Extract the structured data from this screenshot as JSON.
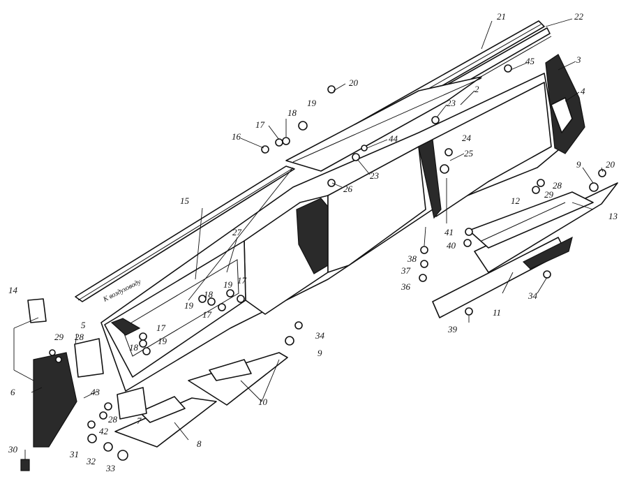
{
  "caption": "К воздуховоду",
  "callouts": [
    {
      "id": "c1",
      "text": "21"
    },
    {
      "id": "c2",
      "text": "22"
    },
    {
      "id": "c3",
      "text": "45"
    },
    {
      "id": "c4",
      "text": "3"
    },
    {
      "id": "c5",
      "text": "4"
    },
    {
      "id": "c6",
      "text": "2"
    },
    {
      "id": "c7",
      "text": "20"
    },
    {
      "id": "c8",
      "text": "19"
    },
    {
      "id": "c9",
      "text": "18"
    },
    {
      "id": "c10",
      "text": "17"
    },
    {
      "id": "c11",
      "text": "16"
    },
    {
      "id": "c12",
      "text": "23"
    },
    {
      "id": "c13",
      "text": "44"
    },
    {
      "id": "c14",
      "text": "23"
    },
    {
      "id": "c15",
      "text": "24"
    },
    {
      "id": "c16",
      "text": "25"
    },
    {
      "id": "c17",
      "text": "26"
    },
    {
      "id": "c18",
      "text": "9"
    },
    {
      "id": "c19",
      "text": "20"
    },
    {
      "id": "c20",
      "text": "28"
    },
    {
      "id": "c21",
      "text": "29"
    },
    {
      "id": "c22",
      "text": "15"
    },
    {
      "id": "c23",
      "text": "12"
    },
    {
      "id": "c24",
      "text": "13"
    },
    {
      "id": "c25",
      "text": "27"
    },
    {
      "id": "c26",
      "text": "41"
    },
    {
      "id": "c27",
      "text": "40"
    },
    {
      "id": "c28",
      "text": "38"
    },
    {
      "id": "c29",
      "text": "37"
    },
    {
      "id": "c30",
      "text": "36"
    },
    {
      "id": "c31",
      "text": "34"
    },
    {
      "id": "c32",
      "text": "11"
    },
    {
      "id": "c33",
      "text": "39"
    },
    {
      "id": "c34",
      "text": "17"
    },
    {
      "id": "c35",
      "text": "18"
    },
    {
      "id": "c36",
      "text": "19"
    },
    {
      "id": "c37",
      "text": "17"
    },
    {
      "id": "c38",
      "text": "19"
    },
    {
      "id": "c39",
      "text": "14"
    },
    {
      "id": "c40",
      "text": "17"
    },
    {
      "id": "c41",
      "text": "18"
    },
    {
      "id": "c42",
      "text": "19"
    },
    {
      "id": "c43",
      "text": "5"
    },
    {
      "id": "c44",
      "text": "29"
    },
    {
      "id": "c45",
      "text": "28"
    },
    {
      "id": "c46",
      "text": "34"
    },
    {
      "id": "c47",
      "text": "9"
    },
    {
      "id": "c48",
      "text": "6"
    },
    {
      "id": "c49",
      "text": "43"
    },
    {
      "id": "c50",
      "text": "10"
    },
    {
      "id": "c51",
      "text": "28"
    },
    {
      "id": "c52",
      "text": "7"
    },
    {
      "id": "c53",
      "text": "42"
    },
    {
      "id": "c54",
      "text": "8"
    },
    {
      "id": "c55",
      "text": "30"
    },
    {
      "id": "c56",
      "text": "31"
    },
    {
      "id": "c57",
      "text": "32"
    },
    {
      "id": "c58",
      "text": "33"
    }
  ]
}
